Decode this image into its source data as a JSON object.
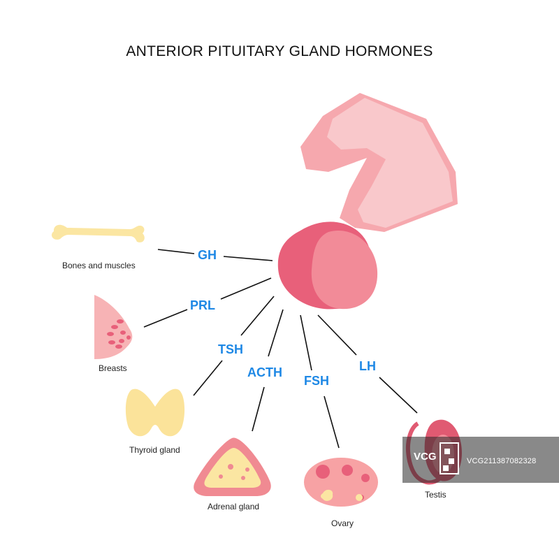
{
  "title": "ANTERIOR PITUITARY GLAND HORMONES",
  "hormones": {
    "gh": "GH",
    "prl": "PRL",
    "tsh": "TSH",
    "acth": "ACTH",
    "fsh": "FSH",
    "lh": "LH"
  },
  "organs": {
    "bones": "Bones and muscles",
    "breasts": "Breasts",
    "thyroid": "Thyroid gland",
    "adrenal": "Adrenal gland",
    "ovary": "Ovary",
    "testis": "Testis"
  },
  "watermark": {
    "logo": "VCG",
    "id": "VCG211387082328"
  },
  "colors": {
    "hormone_text": "#1e88e5",
    "pituitary_dark": "#e8607a",
    "pituitary_light": "#f28b98",
    "stalk": "#f6a8ae",
    "stalk_light": "#f9c8cb",
    "bone": "#fbe6a2",
    "breast": "#f7b3b5",
    "thyroid": "#fbe39a",
    "adrenal_outer": "#f08a92",
    "adrenal_inner": "#fbe6a2",
    "ovary": "#f7a2a4",
    "testis": "#e05a72"
  }
}
